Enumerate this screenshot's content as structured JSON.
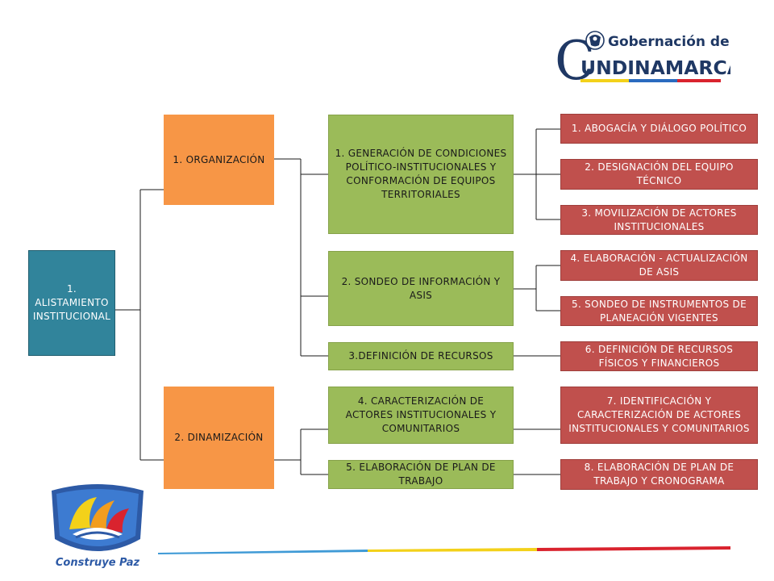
{
  "header": {
    "logo_line1": "Gobernación de",
    "logo_letter": "C",
    "logo_line2": "UNDINAMARCA"
  },
  "footer": {
    "emblem_text": "Construye Paz"
  },
  "diagram": {
    "root": "1. ALISTAMIENTO INSTITUCIONAL",
    "phases": [
      {
        "label": "1. ORGANIZACIÓN"
      },
      {
        "label": "2. DINAMIZACIÓN"
      }
    ],
    "steps": [
      {
        "label": "1. GENERACIÓN DE CONDICIONES POLÍTICO-INSTITUCIONALES Y CONFORMACIÓN DE EQUIPOS TERRITORIALES"
      },
      {
        "label": "2. SONDEO DE INFORMACIÓN Y ASIS"
      },
      {
        "label": "3.DEFINICIÓN DE RECURSOS"
      },
      {
        "label": "4. CARACTERIZACIÓN DE ACTORES INSTITUCIONALES Y COMUNITARIOS"
      },
      {
        "label": "5. ELABORACIÓN DE PLAN DE TRABAJO"
      }
    ],
    "actions": [
      {
        "label": "1. ABOGACÍA Y DIÁLOGO POLÍTICO"
      },
      {
        "label": "2. DESIGNACIÓN DEL EQUIPO TÉCNICO"
      },
      {
        "label": "3. MOVILIZACIÓN DE ACTORES INSTITUCIONALES"
      },
      {
        "label": "4. ELABORACIÓN - ACTUALIZACIÓN DE ASIS"
      },
      {
        "label": "5. SONDEO DE INSTRUMENTOS DE PLANEACIÓN VIGENTES"
      },
      {
        "label": "6. DEFINICIÓN DE RECURSOS FÍSICOS Y FINANCIEROS"
      },
      {
        "label": "7. IDENTIFICACIÓN Y CARACTERIZACIÓN DE ACTORES INSTITUCIONALES Y COMUNITARIOS"
      },
      {
        "label": "8. ELABORACIÓN DE PLAN DE TRABAJO Y CRONOGRAMA"
      }
    ]
  },
  "colors": {
    "root": "#31849b",
    "phase": "#f79646",
    "step": "#9bbb59",
    "action": "#c0504d",
    "connector": "#1a1a1a"
  }
}
